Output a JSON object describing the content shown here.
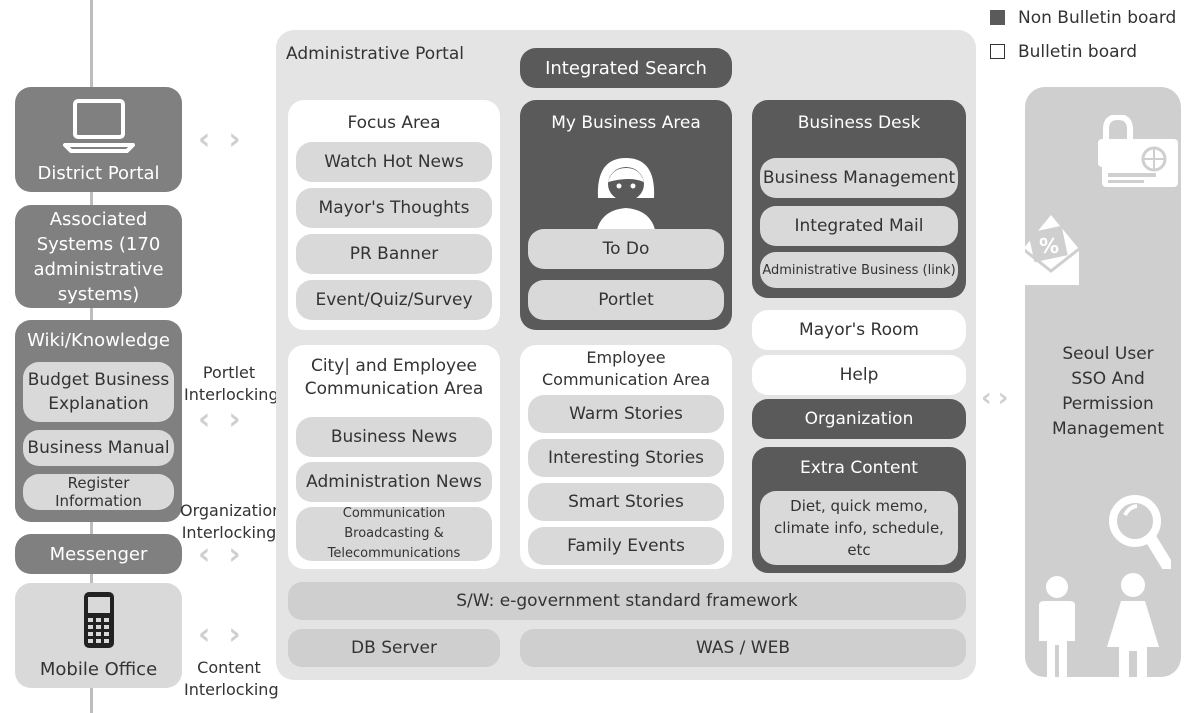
{
  "legend": {
    "non_bulletin": "Non Bulletin board",
    "bulletin": "Bulletin board"
  },
  "left": {
    "district_portal": "District Portal",
    "associated_systems": "Associated Systems (170 administrative systems)",
    "wiki_title": "Wiki/Knowledge",
    "wiki_items": [
      "Budget Business Explanation",
      "Business Manual",
      "Register Information"
    ],
    "messenger": "Messenger",
    "mobile_office": "Mobile Office"
  },
  "interlocking": {
    "portlet": "Portlet Interlocking",
    "organization": "Organization Interlocking",
    "content": "Content Interlocking"
  },
  "portal": {
    "title": "Administrative Portal",
    "integrated_search": "Integrated Search",
    "focus_area": {
      "title": "Focus Area",
      "items": [
        "Watch Hot News",
        "Mayor's Thoughts",
        "PR Banner",
        "Event/Quiz/Survey"
      ]
    },
    "my_business": {
      "title": "My Business Area",
      "items": [
        "To Do",
        "Portlet"
      ]
    },
    "business_desk": {
      "title": "Business Desk",
      "items": [
        "Business Management",
        "Integrated Mail",
        "Administrative Business (link)"
      ]
    },
    "city_comm": {
      "title": "City| and Employee Communication Area",
      "items": [
        "Business News",
        "Administration News",
        "Communication Broadcasting & Telecommunications"
      ]
    },
    "employee_comm": {
      "title": "Employee Communication Area",
      "items": [
        "Warm Stories",
        "Interesting Stories",
        "Smart Stories",
        "Family Events"
      ]
    },
    "mayors_room": "Mayor's Room",
    "help": "Help",
    "organization": "Organization",
    "extra_content": {
      "title": "Extra Content",
      "body": "Diet, quick memo, climate info, schedule, etc"
    },
    "sw_framework": "S/W: e-government standard framework",
    "db_server": "DB Server",
    "was_web": "WAS / WEB"
  },
  "right": {
    "sso": "Seoul User SSO And Permission Management"
  },
  "icons": [
    "laptop-icon",
    "mobile-phone-icon",
    "user-avatar-icon",
    "padlock-icon",
    "id-card-icon",
    "discount-envelope-icon",
    "magnifier-icon",
    "man-icon",
    "woman-icon"
  ]
}
